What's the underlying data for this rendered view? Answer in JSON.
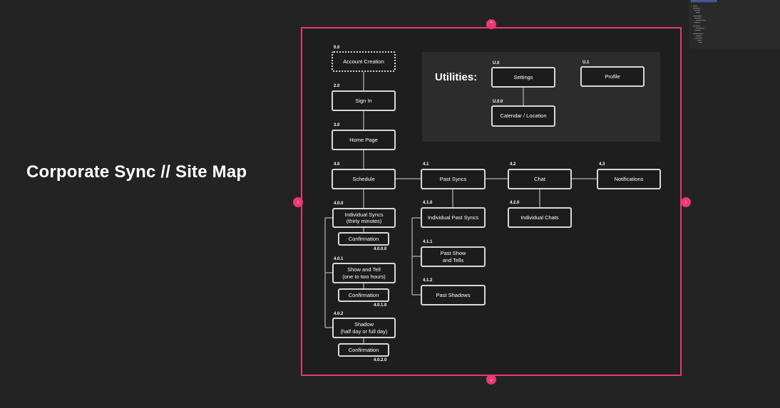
{
  "page_title": "Corporate Sync // Site Map",
  "utilities_label": "Utilities:",
  "nodes": {
    "account_creation": {
      "code": "0.0",
      "label": "Account Creation"
    },
    "sign_in": {
      "code": "2.0",
      "label": "Sign In"
    },
    "home_page": {
      "code": "3.0",
      "label": "Home Page"
    },
    "schedule": {
      "code": "4.0",
      "label": "Schedule"
    },
    "past_syncs": {
      "code": "4.1",
      "label": "Past Syncs"
    },
    "chat": {
      "code": "4.2",
      "label": "Chat"
    },
    "notifications": {
      "code": "4.3",
      "label": "Notifications"
    },
    "individual_syncs": {
      "code": "4.0.0",
      "label": "Individual Syncs\n(thirty minutes)"
    },
    "confirmation_1": {
      "code": "4.0.0.0",
      "label": "Confirmation"
    },
    "show_and_tell": {
      "code": "4.0.1",
      "label": "Show and Tell\n(one to two hours)"
    },
    "confirmation_2": {
      "code": "4.0.1.0",
      "label": "Confirmation"
    },
    "shadow": {
      "code": "4.0.2",
      "label": "Shadow\n(half day or full day)"
    },
    "confirmation_3": {
      "code": "4.0.2.0",
      "label": "Confirmation"
    },
    "individual_past_syncs": {
      "code": "4.1.0",
      "label": "Individual Past Syncs"
    },
    "past_show_and_tells": {
      "code": "4.1.1",
      "label": "Past Show\nand Tells"
    },
    "past_shadows": {
      "code": "4.1.2",
      "label": "Past Shadows"
    },
    "individual_chats": {
      "code": "4.2.0",
      "label": "Individual Chats"
    },
    "settings": {
      "code": "U.0",
      "label": "Settings"
    },
    "calendar_location": {
      "code": "U.0.0",
      "label": "Calendar / Location"
    },
    "profile": {
      "code": "U.1",
      "label": "Profile"
    }
  },
  "colors": {
    "background": "#232323",
    "frame_border": "#e6386f",
    "node_border": "#d8d8d8",
    "connector": "#9a9a9a",
    "handle": "#ec3775"
  },
  "icons": {
    "handle_top": "chevron-up-icon",
    "handle_bottom": "chevron-down-icon",
    "handle_left": "chevron-left-icon",
    "handle_right": "chevron-right-icon"
  }
}
